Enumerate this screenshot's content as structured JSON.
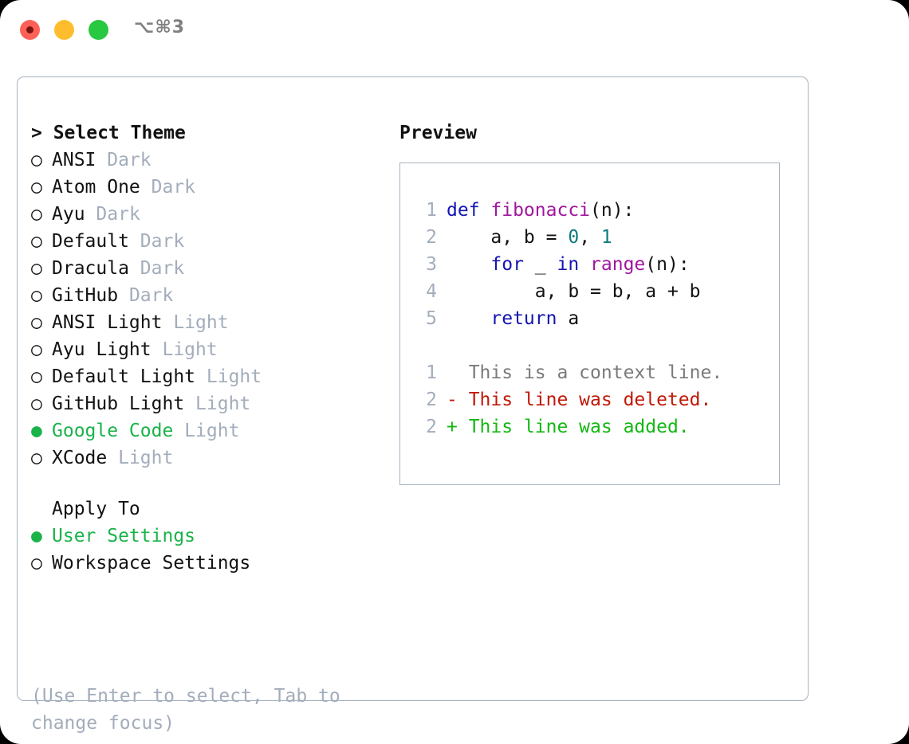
{
  "window": {
    "shortcut": "⌥⌘3",
    "traffic_lights": [
      {
        "name": "close",
        "color": "#ff6159"
      },
      {
        "name": "minimize",
        "color": "#ffbd2e"
      },
      {
        "name": "maximize",
        "color": "#28c840"
      }
    ]
  },
  "theme_picker": {
    "heading": "> Select Theme",
    "options": [
      {
        "label": "ANSI",
        "badge": "Dark",
        "selected": false,
        "bullet": "○"
      },
      {
        "label": "Atom One",
        "badge": "Dark",
        "selected": false,
        "bullet": "○"
      },
      {
        "label": "Ayu",
        "badge": "Dark",
        "selected": false,
        "bullet": "○"
      },
      {
        "label": "Default",
        "badge": "Dark",
        "selected": false,
        "bullet": "○"
      },
      {
        "label": "Dracula",
        "badge": "Dark",
        "selected": false,
        "bullet": "○"
      },
      {
        "label": "GitHub",
        "badge": "Dark",
        "selected": false,
        "bullet": "○"
      },
      {
        "label": "ANSI Light",
        "badge": "Light",
        "selected": false,
        "bullet": "○"
      },
      {
        "label": "Ayu Light",
        "badge": "Light",
        "selected": false,
        "bullet": "○"
      },
      {
        "label": "Default Light",
        "badge": "Light",
        "selected": false,
        "bullet": "○"
      },
      {
        "label": "GitHub Light",
        "badge": "Light",
        "selected": false,
        "bullet": "○"
      },
      {
        "label": "Google Code",
        "badge": "Light",
        "selected": true,
        "bullet": "●"
      },
      {
        "label": "XCode",
        "badge": "Light",
        "selected": false,
        "bullet": "○"
      }
    ]
  },
  "apply_to": {
    "heading": "Apply To",
    "options": [
      {
        "label": "User Settings",
        "selected": true,
        "bullet": "●"
      },
      {
        "label": "Workspace Settings",
        "selected": false,
        "bullet": "○"
      }
    ]
  },
  "hint": "(Use Enter to select, Tab to change focus)",
  "preview": {
    "heading": "Preview",
    "code_lines": [
      {
        "num": "1",
        "tokens": [
          {
            "t": "def ",
            "c": "kw"
          },
          {
            "t": "fibonacci",
            "c": "fn"
          },
          {
            "t": "(n):",
            "c": "pl"
          }
        ]
      },
      {
        "num": "2",
        "tokens": [
          {
            "t": "    a, b = ",
            "c": "pl"
          },
          {
            "t": "0",
            "c": "num"
          },
          {
            "t": ", ",
            "c": "pl"
          },
          {
            "t": "1",
            "c": "num"
          }
        ]
      },
      {
        "num": "3",
        "tokens": [
          {
            "t": "    ",
            "c": "pl"
          },
          {
            "t": "for",
            "c": "kw"
          },
          {
            "t": " _ ",
            "c": "pl"
          },
          {
            "t": "in",
            "c": "kw"
          },
          {
            "t": " ",
            "c": "pl"
          },
          {
            "t": "range",
            "c": "fn"
          },
          {
            "t": "(n):",
            "c": "pl"
          }
        ]
      },
      {
        "num": "4",
        "tokens": [
          {
            "t": "        a, b = b, a + b",
            "c": "pl"
          }
        ]
      },
      {
        "num": "5",
        "tokens": [
          {
            "t": "    ",
            "c": "pl"
          },
          {
            "t": "return",
            "c": "kw"
          },
          {
            "t": " a",
            "c": "pl"
          }
        ]
      }
    ],
    "diff_lines": [
      {
        "num": "1",
        "marker": " ",
        "text": " This is a context line.",
        "kind": "ctx"
      },
      {
        "num": "2",
        "marker": "-",
        "text": " This line was deleted.",
        "kind": "del"
      },
      {
        "num": "2",
        "marker": "+",
        "text": " This line was added.",
        "kind": "add"
      }
    ]
  },
  "colors": {
    "selection_green": "#1ab34a",
    "muted": "#a3adbb",
    "border": "#a9b2bf",
    "keyword": "#1414b4",
    "function": "#a0179e",
    "number": "#0d7c7c",
    "diff_delete": "#c21807",
    "diff_add": "#14b814",
    "diff_context": "#7b7b7b"
  }
}
